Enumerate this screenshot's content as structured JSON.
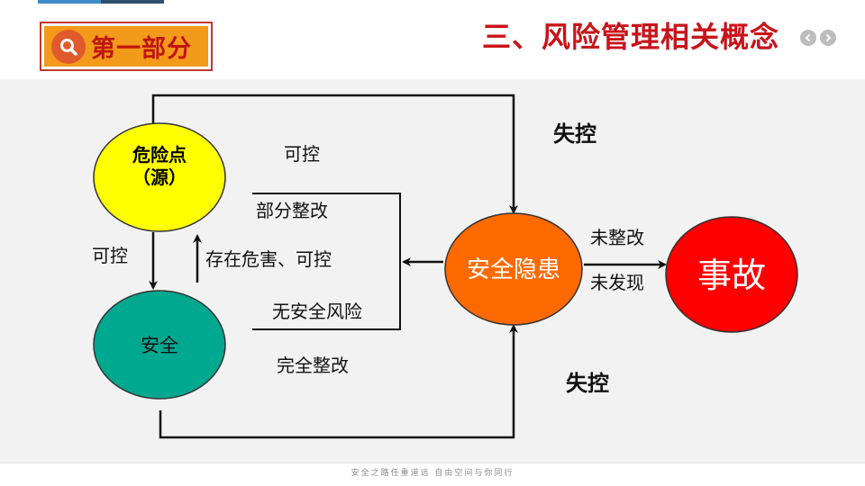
{
  "header": {
    "section_badge": "第一部分",
    "title": "三、风险管理相关概念"
  },
  "nav": {
    "prev_icon": "chevron-left-icon",
    "next_icon": "chevron-right-icon"
  },
  "diagram": {
    "nodes": {
      "hazard_line1": "危险点",
      "hazard_line2": "（源）",
      "safe": "安全",
      "hidden_danger": "安全隐患",
      "accident": "事故"
    },
    "edge_labels": {
      "controllable_top": "可控",
      "partial_rectification": "部分整改",
      "exists_hazard_controllable": "存在危害、可控",
      "no_safety_risk": "无安全风险",
      "full_rectification": "完全整改",
      "controllable_left": "可控",
      "out_of_control_top": "失控",
      "out_of_control_bottom": "失控",
      "not_rectified": "未整改",
      "not_discovered": "未发现"
    },
    "colors": {
      "hazard": "#ffff00",
      "safe": "#00a88f",
      "hidden_danger": "#ff6a00",
      "accident": "#ff0000",
      "node_border": "#333333"
    }
  },
  "footer": {
    "text": "安全之路任重道远 自由空间与你同行"
  }
}
